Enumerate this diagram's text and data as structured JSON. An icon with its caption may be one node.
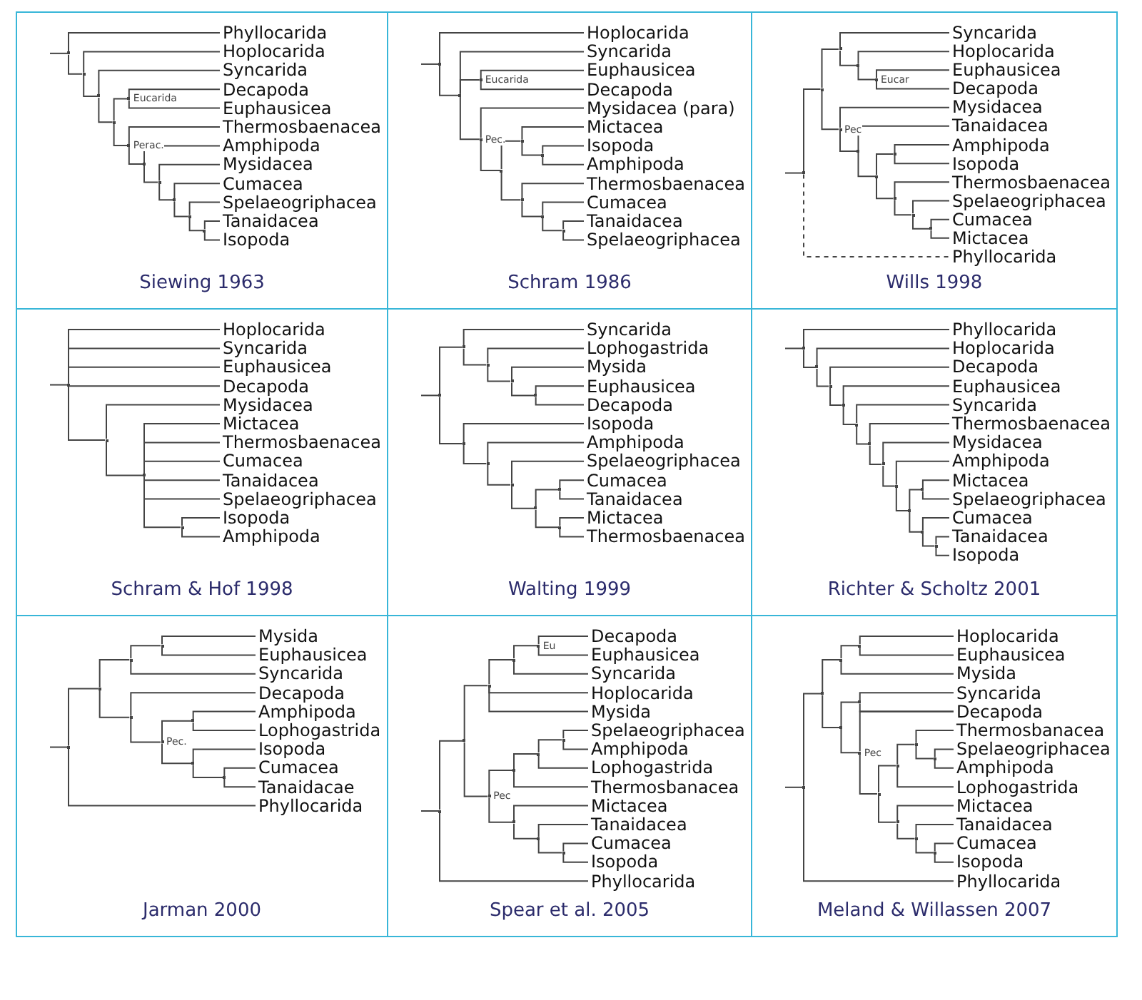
{
  "diagram": {
    "nodes": [
      {
        "text": [
          "Siewing 1963"
        ]
      },
      {
        "text": [],
        "shape": "point",
        "in": 0
      },
      {
        "text": [
          "Phyllocarida"
        ],
        "in": 0
      },
      {
        "text": [],
        "shape": "point",
        "in": 0
      },
      {
        "text": [
          "Hoplocarida"
        ],
        "in": 0
      },
      {
        "text": [],
        "shape": "point",
        "in": 0
      },
      {
        "text": [
          "Syncarida"
        ],
        "in": 0
      },
      {
        "text": [],
        "shape": "point",
        "in": 0
      },
      {
        "text": [],
        "shape": "point",
        "in": 0,
        "beside": [
          "Eucarida"
        ]
      },
      {
        "text": [
          "Decapoda"
        ],
        "in": 0
      },
      {
        "text": [
          "Euphausicea"
        ],
        "in": 0
      },
      {
        "text": [],
        "shape": "point",
        "in": 0,
        "beside": [
          "Perac."
        ]
      },
      {
        "text": [
          "Thermosbaenacea"
        ],
        "in": 0
      },
      {
        "text": [],
        "shape": "point",
        "in": 0
      },
      {
        "text": [
          "Amphipoda"
        ],
        "in": 0
      },
      {
        "text": [],
        "shape": "point",
        "in": 0
      },
      {
        "text": [
          "Mysidacea"
        ],
        "in": 0
      },
      {
        "text": [],
        "shape": "point",
        "in": 0
      },
      {
        "text": [
          "Cumacea"
        ],
        "in": 0
      },
      {
        "text": [],
        "shape": "point",
        "in": 0
      },
      {
        "text": [
          "Spelaeogriphacea"
        ],
        "in": 0
      },
      {
        "text": [],
        "shape": "point",
        "in": 0
      },
      {
        "text": [
          "Tanaidacea"
        ],
        "in": 0
      },
      {
        "text": [
          "Isopoda"
        ],
        "in": 0
      },
      {
        "text": [
          "Schram 1986"
        ]
      },
      {
        "text": [],
        "shape": "point",
        "in": 24
      },
      {
        "text": [
          "Hoplocarida"
        ],
        "in": 24
      },
      {
        "text": [],
        "shape": "point",
        "in": 24
      },
      {
        "text": [
          "Syncarida"
        ],
        "in": 24
      },
      {
        "text": [],
        "shape": "point",
        "in": 24,
        "beside": [
          "Eucarida"
        ]
      },
      {
        "text": [
          "Euphausicea"
        ],
        "in": 24
      },
      {
        "text": [
          "Decapoda"
        ],
        "in": 24
      },
      {
        "text": [],
        "shape": "point",
        "in": 24,
        "beside": [
          "Pec."
        ]
      },
      {
        "text": [
          "Mysidacea (para)"
        ],
        "in": 24
      },
      {
        "text": [],
        "shape": "point",
        "in": 24
      },
      {
        "text": [],
        "shape": "point",
        "in": 24
      },
      {
        "text": [
          "Mictacea"
        ],
        "in": 24
      },
      {
        "text": [],
        "shape": "point",
        "in": 24
      },
      {
        "text": [
          "Isopoda"
        ],
        "in": 24
      },
      {
        "text": [
          "Amphipoda"
        ],
        "in": 24
      },
      {
        "text": [],
        "shape": "point",
        "in": 24
      },
      {
        "text": [
          "Thermosbaenacea"
        ],
        "in": 24
      },
      {
        "text": [],
        "shape": "point",
        "in": 24
      },
      {
        "text": [
          "Cumacea"
        ],
        "in": 24
      },
      {
        "text": [],
        "shape": "point",
        "in": 24
      },
      {
        "text": [
          "Tanaidacea"
        ],
        "in": 24
      },
      {
        "text": [
          "Spelaeogriphacea"
        ],
        "in": 24
      },
      {
        "text": [
          "Wills 1998"
        ]
      },
      {
        "text": [],
        "shape": "point",
        "in": 47
      },
      {
        "text": [],
        "shape": "point",
        "in": 47
      },
      {
        "text": [],
        "shape": "point",
        "in": 47
      },
      {
        "text": [
          "Syncarida"
        ],
        "in": 47
      },
      {
        "text": [],
        "shape": "point",
        "in": 47
      },
      {
        "text": [
          "Hoplocarida"
        ],
        "in": 47
      },
      {
        "text": [],
        "shape": "point",
        "in": 47,
        "beside": [
          "Eucar"
        ]
      },
      {
        "text": [
          "Euphausicea"
        ],
        "in": 47
      },
      {
        "text": [
          "Decapoda"
        ],
        "in": 47
      },
      {
        "text": [],
        "shape": "point",
        "in": 47,
        "beside": [
          "Pec"
        ]
      },
      {
        "text": [
          "Mysidacea"
        ],
        "in": 47
      },
      {
        "text": [],
        "shape": "point",
        "in": 47
      },
      {
        "text": [
          "Tanaidacea"
        ],
        "in": 47
      },
      {
        "text": [],
        "shape": "point",
        "in": 47
      },
      {
        "text": [],
        "shape": "point",
        "in": 47
      },
      {
        "text": [
          "Amphipoda"
        ],
        "in": 47
      },
      {
        "text": [
          "Isopoda"
        ],
        "in": 47
      },
      {
        "text": [],
        "shape": "point",
        "in": 47
      },
      {
        "text": [
          "Thermosbaenacea"
        ],
        "in": 47
      },
      {
        "text": [],
        "shape": "point",
        "in": 47
      },
      {
        "text": [
          "Spelaeogriphacea"
        ],
        "in": 47
      },
      {
        "text": [],
        "shape": "point",
        "in": 47
      },
      {
        "text": [
          "Cumacea"
        ],
        "in": 47
      },
      {
        "text": [
          "Mictacea"
        ],
        "in": 47
      },
      {
        "text": [
          "Phyllocarida"
        ],
        "in": 47
      },
      {
        "text": [
          "Schram & Hof 1998"
        ]
      },
      {
        "text": [],
        "shape": "point",
        "in": 73
      },
      {
        "text": [
          "Hoplocarida"
        ],
        "in": 73
      },
      {
        "text": [
          "Syncarida"
        ],
        "in": 73
      },
      {
        "text": [
          "Euphausicea"
        ],
        "in": 73
      },
      {
        "text": [
          "Decapoda"
        ],
        "in": 73
      },
      {
        "text": [],
        "shape": "point",
        "in": 73
      },
      {
        "text": [
          "Mysidacea"
        ],
        "in": 73
      },
      {
        "text": [],
        "shape": "point",
        "in": 73
      },
      {
        "text": [
          "Mictacea"
        ],
        "in": 73
      },
      {
        "text": [
          "Thermosbaenacea"
        ],
        "in": 73
      },
      {
        "text": [
          "Cumacea"
        ],
        "in": 73
      },
      {
        "text": [
          "Tanaidacea"
        ],
        "in": 73
      },
      {
        "text": [
          "Spelaeogriphacea"
        ],
        "in": 73
      },
      {
        "text": [],
        "shape": "point",
        "in": 73
      },
      {
        "text": [
          "Isopoda"
        ],
        "in": 73
      },
      {
        "text": [
          "Amphipoda"
        ],
        "in": 73
      },
      {
        "text": [
          "Walting 1999"
        ]
      },
      {
        "text": [],
        "shape": "point",
        "in": 90
      },
      {
        "text": [],
        "shape": "point",
        "in": 90
      },
      {
        "text": [
          "Syncarida"
        ],
        "in": 90
      },
      {
        "text": [],
        "shape": "point",
        "in": 90
      },
      {
        "text": [
          "Lophogastrida"
        ],
        "in": 90
      },
      {
        "text": [],
        "shape": "point",
        "in": 90
      },
      {
        "text": [
          "Mysida"
        ],
        "in": 90
      },
      {
        "text": [],
        "shape": "point",
        "in": 90
      },
      {
        "text": [
          "Euphausicea"
        ],
        "in": 90
      },
      {
        "text": [
          "Decapoda"
        ],
        "in": 90
      },
      {
        "text": [],
        "shape": "point",
        "in": 90
      },
      {
        "text": [
          "Isopoda"
        ],
        "in": 90
      },
      {
        "text": [],
        "shape": "point",
        "in": 90
      },
      {
        "text": [
          "Amphipoda"
        ],
        "in": 90
      },
      {
        "text": [],
        "shape": "point",
        "in": 90
      },
      {
        "text": [
          "Spelaeogriphacea"
        ],
        "in": 90
      },
      {
        "text": [],
        "shape": "point",
        "in": 90
      },
      {
        "text": [],
        "shape": "point",
        "in": 90
      },
      {
        "text": [
          "Cumacea"
        ],
        "in": 90
      },
      {
        "text": [
          "Tanaidacea"
        ],
        "in": 90
      },
      {
        "text": [],
        "shape": "point",
        "in": 90
      },
      {
        "text": [
          "Mictacea"
        ],
        "in": 90
      },
      {
        "text": [
          "Thermosbaenacea"
        ],
        "in": 90
      },
      {
        "text": [
          "Richter & Scholtz 2001"
        ]
      },
      {
        "text": [],
        "shape": "point",
        "in": 114
      },
      {
        "text": [
          "Phyllocarida"
        ],
        "in": 114
      },
      {
        "text": [],
        "shape": "point",
        "in": 114
      },
      {
        "text": [
          "Hoplocarida"
        ],
        "in": 114
      },
      {
        "text": [],
        "shape": "point",
        "in": 114
      },
      {
        "text": [
          "Decapoda"
        ],
        "in": 114
      },
      {
        "text": [],
        "shape": "point",
        "in": 114
      },
      {
        "text": [
          "Euphausicea"
        ],
        "in": 114
      },
      {
        "text": [],
        "shape": "point",
        "in": 114
      },
      {
        "text": [
          "Syncarida"
        ],
        "in": 114
      },
      {
        "text": [],
        "shape": "point",
        "in": 114
      },
      {
        "text": [
          "Thermosbaenacea"
        ],
        "in": 114
      },
      {
        "text": [],
        "shape": "point",
        "in": 114
      },
      {
        "text": [
          "Mysidacea"
        ],
        "in": 114
      },
      {
        "text": [],
        "shape": "point",
        "in": 114
      },
      {
        "text": [
          "Amphipoda"
        ],
        "in": 114
      },
      {
        "text": [],
        "shape": "point",
        "in": 114
      },
      {
        "text": [],
        "shape": "point",
        "in": 114
      },
      {
        "text": [
          "Mictacea"
        ],
        "in": 114
      },
      {
        "text": [
          "Spelaeogriphacea"
        ],
        "in": 114
      },
      {
        "text": [],
        "shape": "point",
        "in": 114
      },
      {
        "text": [
          "Cumacea"
        ],
        "in": 114
      },
      {
        "text": [],
        "shape": "point",
        "in": 114
      },
      {
        "text": [
          "Tanaidacea"
        ],
        "in": 114
      },
      {
        "text": [
          "Isopoda"
        ],
        "in": 114
      },
      {
        "text": [
          "Jarman 2000"
        ]
      },
      {
        "text": [],
        "shape": "point",
        "in": 140
      },
      {
        "text": [],
        "shape": "point",
        "in": 140
      },
      {
        "text": [],
        "shape": "point",
        "in": 140
      },
      {
        "text": [],
        "shape": "point",
        "in": 140
      },
      {
        "text": [
          "Mysida"
        ],
        "in": 140
      },
      {
        "text": [
          "Euphausicea"
        ],
        "in": 140
      },
      {
        "text": [
          "Syncarida"
        ],
        "in": 140
      },
      {
        "text": [],
        "shape": "point",
        "in": 140
      },
      {
        "text": [
          "Decapoda"
        ],
        "in": 140
      },
      {
        "text": [],
        "shape": "point",
        "in": 140,
        "beside": [
          "Pec."
        ]
      },
      {
        "text": [],
        "shape": "point",
        "in": 140
      },
      {
        "text": [
          "Amphipoda"
        ],
        "in": 140
      },
      {
        "text": [
          "Lophogastrida"
        ],
        "in": 140
      },
      {
        "text": [],
        "shape": "point",
        "in": 140
      },
      {
        "text": [
          "Isopoda"
        ],
        "in": 140
      },
      {
        "text": [],
        "shape": "point",
        "in": 140
      },
      {
        "text": [
          "Cumacea"
        ],
        "in": 140
      },
      {
        "text": [
          "Tanaidacae"
        ],
        "in": 140
      },
      {
        "text": [
          "Phyllocarida"
        ],
        "in": 140
      },
      {
        "text": [
          "Spear et al. 2005"
        ]
      },
      {
        "text": [],
        "shape": "point",
        "in": 160
      },
      {
        "text": [],
        "shape": "point",
        "in": 160
      },
      {
        "text": [],
        "shape": "point",
        "in": 160
      },
      {
        "text": [],
        "shape": "point",
        "in": 160
      },
      {
        "text": [],
        "shape": "point",
        "in": 160,
        "beside": [
          "Eu"
        ]
      },
      {
        "text": [
          "Decapoda"
        ],
        "in": 160
      },
      {
        "text": [
          "Euphausicea"
        ],
        "in": 160
      },
      {
        "text": [
          "Syncarida"
        ],
        "in": 160
      },
      {
        "text": [
          "Hoplocarida"
        ],
        "in": 160
      },
      {
        "text": [
          "Mysida"
        ],
        "in": 160
      },
      {
        "text": [],
        "shape": "point",
        "in": 160,
        "beside": [
          "Pec"
        ]
      },
      {
        "text": [],
        "shape": "point",
        "in": 160
      },
      {
        "text": [],
        "shape": "point",
        "in": 160
      },
      {
        "text": [],
        "shape": "point",
        "in": 160
      },
      {
        "text": [
          "Spelaeogriphacea"
        ],
        "in": 160
      },
      {
        "text": [
          "Amphipoda"
        ],
        "in": 160
      },
      {
        "text": [
          "Lophogastrida"
        ],
        "in": 160
      },
      {
        "text": [
          "Thermosbanacea"
        ],
        "in": 160
      },
      {
        "text": [],
        "shape": "point",
        "in": 160
      },
      {
        "text": [
          "Mictacea"
        ],
        "in": 160
      },
      {
        "text": [],
        "shape": "point",
        "in": 160
      },
      {
        "text": [
          "Tanaidacea"
        ],
        "in": 160
      },
      {
        "text": [],
        "shape": "point",
        "in": 160
      },
      {
        "text": [
          "Cumacea"
        ],
        "in": 160
      },
      {
        "text": [
          "Isopoda"
        ],
        "in": 160
      },
      {
        "text": [
          "Phyllocarida"
        ],
        "in": 160
      },
      {
        "text": [
          "Meland & Willassen 2007"
        ]
      },
      {
        "text": [],
        "shape": "point",
        "in": 187
      },
      {
        "text": [],
        "shape": "point",
        "in": 187
      },
      {
        "text": [],
        "shape": "point",
        "in": 187
      },
      {
        "text": [],
        "shape": "point",
        "in": 187
      },
      {
        "text": [
          "Hoplocarida"
        ],
        "in": 187
      },
      {
        "text": [
          "Euphausicea"
        ],
        "in": 187
      },
      {
        "text": [
          "Mysida"
        ],
        "in": 187
      },
      {
        "text": [],
        "shape": "point",
        "in": 187
      },
      {
        "text": [],
        "shape": "point",
        "in": 187
      },
      {
        "text": [
          "Syncarida"
        ],
        "in": 187
      },
      {
        "text": [
          "Decapoda"
        ],
        "in": 187
      },
      {
        "text": [],
        "shape": "point",
        "in": 187,
        "beside": [
          "Pec"
        ]
      },
      {
        "text": [],
        "shape": "point",
        "in": 187
      },
      {
        "text": [],
        "shape": "point",
        "in": 187
      },
      {
        "text": [],
        "shape": "point",
        "in": 187
      },
      {
        "text": [
          "Thermosbanacea"
        ],
        "in": 187
      },
      {
        "text": [],
        "shape": "point",
        "in": 187
      },
      {
        "text": [
          "Spelaeogriphacea"
        ],
        "in": 187
      },
      {
        "text": [
          "Amphipoda"
        ],
        "in": 187
      },
      {
        "text": [
          "Lophogastrida"
        ],
        "in": 187
      },
      {
        "text": [],
        "shape": "point",
        "in": 187
      },
      {
        "text": [
          "Mictacea"
        ],
        "in": 187
      },
      {
        "text": [],
        "shape": "point",
        "in": 187
      },
      {
        "text": [
          "Tanaidacea"
        ],
        "in": 187
      },
      {
        "text": [],
        "shape": "point",
        "in": 187
      },
      {
        "text": [
          "Cumacea"
        ],
        "in": 187
      },
      {
        "text": [
          "Isopoda"
        ],
        "in": 187
      },
      {
        "text": [
          "Phyllocarida"
        ],
        "in": 187
      }
    ],
    "edges": [
      {
        "from": null,
        "to": 1,
        "arrow": "none"
      },
      {
        "from": 1,
        "to": 2,
        "arrow": "none"
      },
      {
        "from": 1,
        "to": 3,
        "arrow": "none"
      },
      {
        "from": 3,
        "to": 4,
        "arrow": "none"
      },
      {
        "from": 3,
        "to": 5,
        "arrow": "none"
      },
      {
        "from": 5,
        "to": 6,
        "arrow": "none"
      },
      {
        "from": 5,
        "to": 7,
        "arrow": "none"
      },
      {
        "from": 7,
        "to": 8,
        "arrow": "none"
      },
      {
        "from": 7,
        "to": 11,
        "arrow": "none"
      },
      {
        "from": 8,
        "to": 9,
        "arrow": "none"
      },
      {
        "from": 8,
        "to": 10,
        "arrow": "none"
      },
      {
        "from": 11,
        "to": 12,
        "arrow": "none"
      },
      {
        "from": 11,
        "to": 13,
        "arrow": "none"
      },
      {
        "from": 13,
        "to": 14,
        "arrow": "none"
      },
      {
        "from": 13,
        "to": 15,
        "arrow": "none"
      },
      {
        "from": 15,
        "to": 16,
        "arrow": "none"
      },
      {
        "from": 15,
        "to": 17,
        "arrow": "none"
      },
      {
        "from": 17,
        "to": 18,
        "arrow": "none"
      },
      {
        "from": 17,
        "to": 19,
        "arrow": "none"
      },
      {
        "from": 19,
        "to": 20,
        "arrow": "none"
      },
      {
        "from": 19,
        "to": 21,
        "arrow": "none"
      },
      {
        "from": 21,
        "to": 22,
        "arrow": "none"
      },
      {
        "from": 21,
        "to": 23,
        "arrow": "none"
      },
      {
        "from": null,
        "to": 25,
        "arrow": "none"
      },
      {
        "from": 25,
        "to": 26,
        "arrow": "none"
      },
      {
        "from": 25,
        "to": 27,
        "arrow": "none"
      },
      {
        "from": 27,
        "to": 28,
        "arrow": "none"
      },
      {
        "from": 27,
        "to": 29,
        "arrow": "none"
      },
      {
        "from": 27,
        "to": 32,
        "arrow": "none"
      },
      {
        "from": 29,
        "to": 30,
        "arrow": "none"
      },
      {
        "from": 29,
        "to": 31,
        "arrow": "none"
      },
      {
        "from": 32,
        "to": 33,
        "arrow": "none"
      },
      {
        "from": 32,
        "to": 34,
        "arrow": "none"
      },
      {
        "from": 34,
        "to": 35,
        "arrow": "none"
      },
      {
        "from": 34,
        "to": 40,
        "arrow": "none"
      },
      {
        "from": 35,
        "to": 36,
        "arrow": "none"
      },
      {
        "from": 35,
        "to": 37,
        "arrow": "none"
      },
      {
        "from": 37,
        "to": 38,
        "arrow": "none"
      },
      {
        "from": 37,
        "to": 39,
        "arrow": "none"
      },
      {
        "from": 40,
        "to": 41,
        "arrow": "none"
      },
      {
        "from": 40,
        "to": 42,
        "arrow": "none"
      },
      {
        "from": 42,
        "to": 43,
        "arrow": "none"
      },
      {
        "from": 42,
        "to": 44,
        "arrow": "none"
      },
      {
        "from": 44,
        "to": 45,
        "arrow": "none"
      },
      {
        "from": 44,
        "to": 46,
        "arrow": "none"
      },
      {
        "from": null,
        "to": 48,
        "arrow": "none"
      },
      {
        "from": 48,
        "to": 49,
        "arrow": "none"
      },
      {
        "from": 48,
        "to": 72,
        "arrow": "none",
        "style": "dashed"
      },
      {
        "from": 49,
        "to": 50,
        "arrow": "none"
      },
      {
        "from": 49,
        "to": 57,
        "arrow": "none"
      },
      {
        "from": 50,
        "to": 51,
        "arrow": "none"
      },
      {
        "from": 50,
        "to": 52,
        "arrow": "none"
      },
      {
        "from": 52,
        "to": 53,
        "arrow": "none"
      },
      {
        "from": 52,
        "to": 54,
        "arrow": "none"
      },
      {
        "from": 54,
        "to": 55,
        "arrow": "none"
      },
      {
        "from": 54,
        "to": 56,
        "arrow": "none"
      },
      {
        "from": 57,
        "to": 58,
        "arrow": "none"
      },
      {
        "from": 57,
        "to": 59,
        "arrow": "none"
      },
      {
        "from": 59,
        "to": 60,
        "arrow": "none"
      },
      {
        "from": 59,
        "to": 61,
        "arrow": "none"
      },
      {
        "from": 61,
        "to": 62,
        "arrow": "none"
      },
      {
        "from": 61,
        "to": 65,
        "arrow": "none"
      },
      {
        "from": 62,
        "to": 63,
        "arrow": "none"
      },
      {
        "from": 62,
        "to": 64,
        "arrow": "none"
      },
      {
        "from": 65,
        "to": 66,
        "arrow": "none"
      },
      {
        "from": 65,
        "to": 67,
        "arrow": "none"
      },
      {
        "from": 67,
        "to": 68,
        "arrow": "none"
      },
      {
        "from": 67,
        "to": 69,
        "arrow": "none"
      },
      {
        "from": 69,
        "to": 70,
        "arrow": "none"
      },
      {
        "from": 69,
        "to": 71,
        "arrow": "none"
      },
      {
        "from": null,
        "to": 74,
        "arrow": "none"
      },
      {
        "from": 74,
        "to": 75,
        "arrow": "none"
      },
      {
        "from": 74,
        "to": 76,
        "arrow": "none"
      },
      {
        "from": 74,
        "to": 77,
        "arrow": "none"
      },
      {
        "from": 74,
        "to": 78,
        "arrow": "none"
      },
      {
        "from": 74,
        "to": 79,
        "arrow": "none"
      },
      {
        "from": 79,
        "to": 80,
        "arrow": "none"
      },
      {
        "from": 79,
        "to": 81,
        "arrow": "none"
      },
      {
        "from": 81,
        "to": 82,
        "arrow": "none"
      },
      {
        "from": 81,
        "to": 83,
        "arrow": "none"
      },
      {
        "from": 81,
        "to": 84,
        "arrow": "none"
      },
      {
        "from": 81,
        "to": 85,
        "arrow": "none"
      },
      {
        "from": 81,
        "to": 86,
        "arrow": "none"
      },
      {
        "from": 81,
        "to": 87,
        "arrow": "none"
      },
      {
        "from": 87,
        "to": 88,
        "arrow": "none"
      },
      {
        "from": 87,
        "to": 89,
        "arrow": "none"
      },
      {
        "from": null,
        "to": 91,
        "arrow": "none"
      },
      {
        "from": 91,
        "to": 92,
        "arrow": "none"
      },
      {
        "from": 91,
        "to": 101,
        "arrow": "none"
      },
      {
        "from": 92,
        "to": 93,
        "arrow": "none"
      },
      {
        "from": 92,
        "to": 94,
        "arrow": "none"
      },
      {
        "from": 94,
        "to": 95,
        "arrow": "none"
      },
      {
        "from": 94,
        "to": 96,
        "arrow": "none"
      },
      {
        "from": 96,
        "to": 97,
        "arrow": "none"
      },
      {
        "from": 96,
        "to": 98,
        "arrow": "none"
      },
      {
        "from": 98,
        "to": 99,
        "arrow": "none"
      },
      {
        "from": 98,
        "to": 100,
        "arrow": "none"
      },
      {
        "from": 101,
        "to": 102,
        "arrow": "none"
      },
      {
        "from": 101,
        "to": 103,
        "arrow": "none"
      },
      {
        "from": 103,
        "to": 104,
        "arrow": "none"
      },
      {
        "from": 103,
        "to": 105,
        "arrow": "none"
      },
      {
        "from": 105,
        "to": 106,
        "arrow": "none"
      },
      {
        "from": 105,
        "to": 107,
        "arrow": "none"
      },
      {
        "from": 107,
        "to": 108,
        "arrow": "none"
      },
      {
        "from": 107,
        "to": 111,
        "arrow": "none"
      },
      {
        "from": 108,
        "to": 109,
        "arrow": "none"
      },
      {
        "from": 108,
        "to": 110,
        "arrow": "none"
      },
      {
        "from": 111,
        "to": 112,
        "arrow": "none"
      },
      {
        "from": 111,
        "to": 113,
        "arrow": "none"
      },
      {
        "from": null,
        "to": 115,
        "arrow": "none"
      },
      {
        "from": 115,
        "to": 116,
        "arrow": "none"
      },
      {
        "from": 115,
        "to": 117,
        "arrow": "none"
      },
      {
        "from": 117,
        "to": 118,
        "arrow": "none"
      },
      {
        "from": 117,
        "to": 119,
        "arrow": "none"
      },
      {
        "from": 119,
        "to": 120,
        "arrow": "none"
      },
      {
        "from": 119,
        "to": 121,
        "arrow": "none"
      },
      {
        "from": 121,
        "to": 122,
        "arrow": "none"
      },
      {
        "from": 121,
        "to": 123,
        "arrow": "none"
      },
      {
        "from": 123,
        "to": 124,
        "arrow": "none"
      },
      {
        "from": 123,
        "to": 125,
        "arrow": "none"
      },
      {
        "from": 125,
        "to": 126,
        "arrow": "none"
      },
      {
        "from": 125,
        "to": 127,
        "arrow": "none"
      },
      {
        "from": 127,
        "to": 128,
        "arrow": "none"
      },
      {
        "from": 127,
        "to": 129,
        "arrow": "none"
      },
      {
        "from": 129,
        "to": 130,
        "arrow": "none"
      },
      {
        "from": 129,
        "to": 131,
        "arrow": "none"
      },
      {
        "from": 131,
        "to": 132,
        "arrow": "none"
      },
      {
        "from": 131,
        "to": 135,
        "arrow": "none"
      },
      {
        "from": 132,
        "to": 133,
        "arrow": "none"
      },
      {
        "from": 132,
        "to": 134,
        "arrow": "none"
      },
      {
        "from": 135,
        "to": 136,
        "arrow": "none"
      },
      {
        "from": 135,
        "to": 137,
        "arrow": "none"
      },
      {
        "from": 137,
        "to": 138,
        "arrow": "none"
      },
      {
        "from": 137,
        "to": 139,
        "arrow": "none"
      },
      {
        "from": null,
        "to": 141,
        "arrow": "none"
      },
      {
        "from": 141,
        "to": 142,
        "arrow": "none"
      },
      {
        "from": 141,
        "to": 159,
        "arrow": "none"
      },
      {
        "from": 142,
        "to": 143,
        "arrow": "none"
      },
      {
        "from": 142,
        "to": 148,
        "arrow": "none"
      },
      {
        "from": 143,
        "to": 144,
        "arrow": "none"
      },
      {
        "from": 143,
        "to": 147,
        "arrow": "none"
      },
      {
        "from": 144,
        "to": 145,
        "arrow": "none"
      },
      {
        "from": 144,
        "to": 146,
        "arrow": "none"
      },
      {
        "from": 148,
        "to": 149,
        "arrow": "none"
      },
      {
        "from": 148,
        "to": 150,
        "arrow": "none"
      },
      {
        "from": 150,
        "to": 151,
        "arrow": "none"
      },
      {
        "from": 150,
        "to": 154,
        "arrow": "none"
      },
      {
        "from": 151,
        "to": 152,
        "arrow": "none"
      },
      {
        "from": 151,
        "to": 153,
        "arrow": "none"
      },
      {
        "from": 154,
        "to": 155,
        "arrow": "none"
      },
      {
        "from": 154,
        "to": 156,
        "arrow": "none"
      },
      {
        "from": 156,
        "to": 157,
        "arrow": "none"
      },
      {
        "from": 156,
        "to": 158,
        "arrow": "none"
      },
      {
        "from": null,
        "to": 161,
        "arrow": "none"
      },
      {
        "from": 161,
        "to": 162,
        "arrow": "none"
      },
      {
        "from": 161,
        "to": 186,
        "arrow": "none"
      },
      {
        "from": 162,
        "to": 163,
        "arrow": "none"
      },
      {
        "from": 162,
        "to": 171,
        "arrow": "none"
      },
      {
        "from": 163,
        "to": 164,
        "arrow": "none"
      },
      {
        "from": 163,
        "to": 169,
        "arrow": "none"
      },
      {
        "from": 163,
        "to": 170,
        "arrow": "none"
      },
      {
        "from": 164,
        "to": 165,
        "arrow": "none"
      },
      {
        "from": 164,
        "to": 168,
        "arrow": "none"
      },
      {
        "from": 165,
        "to": 166,
        "arrow": "none"
      },
      {
        "from": 165,
        "to": 167,
        "arrow": "none"
      },
      {
        "from": 171,
        "to": 172,
        "arrow": "none"
      },
      {
        "from": 171,
        "to": 179,
        "arrow": "none"
      },
      {
        "from": 172,
        "to": 173,
        "arrow": "none"
      },
      {
        "from": 172,
        "to": 178,
        "arrow": "none"
      },
      {
        "from": 173,
        "to": 174,
        "arrow": "none"
      },
      {
        "from": 173,
        "to": 177,
        "arrow": "none"
      },
      {
        "from": 174,
        "to": 175,
        "arrow": "none"
      },
      {
        "from": 174,
        "to": 176,
        "arrow": "none"
      },
      {
        "from": 179,
        "to": 180,
        "arrow": "none"
      },
      {
        "from": 179,
        "to": 181,
        "arrow": "none"
      },
      {
        "from": 181,
        "to": 182,
        "arrow": "none"
      },
      {
        "from": 181,
        "to": 183,
        "arrow": "none"
      },
      {
        "from": 183,
        "to": 184,
        "arrow": "none"
      },
      {
        "from": 183,
        "to": 185,
        "arrow": "none"
      },
      {
        "from": null,
        "to": 188,
        "arrow": "none"
      },
      {
        "from": 188,
        "to": 189,
        "arrow": "none"
      },
      {
        "from": 188,
        "to": 215,
        "arrow": "none"
      },
      {
        "from": 189,
        "to": 190,
        "arrow": "none"
      },
      {
        "from": 189,
        "to": 195,
        "arrow": "none"
      },
      {
        "from": 190,
        "to": 191,
        "arrow": "none"
      },
      {
        "from": 190,
        "to": 194,
        "arrow": "none"
      },
      {
        "from": 191,
        "to": 192,
        "arrow": "none"
      },
      {
        "from": 191,
        "to": 193,
        "arrow": "none"
      },
      {
        "from": 195,
        "to": 196,
        "arrow": "none"
      },
      {
        "from": 195,
        "to": 199,
        "arrow": "none"
      },
      {
        "from": 196,
        "to": 197,
        "arrow": "none"
      },
      {
        "from": 196,
        "to": 198,
        "arrow": "none"
      },
      {
        "from": 199,
        "to": 198,
        "arrow": "none"
      },
      {
        "from": 199,
        "to": 200,
        "arrow": "none"
      },
      {
        "from": 200,
        "to": 201,
        "arrow": "none"
      },
      {
        "from": 200,
        "to": 208,
        "arrow": "none"
      },
      {
        "from": 201,
        "to": 202,
        "arrow": "none"
      },
      {
        "from": 201,
        "to": 207,
        "arrow": "none"
      },
      {
        "from": 202,
        "to": 203,
        "arrow": "none"
      },
      {
        "from": 202,
        "to": 204,
        "arrow": "none"
      },
      {
        "from": 204,
        "to": 205,
        "arrow": "none"
      },
      {
        "from": 204,
        "to": 206,
        "arrow": "none"
      },
      {
        "from": 208,
        "to": 209,
        "arrow": "none"
      },
      {
        "from": 208,
        "to": 210,
        "arrow": "none"
      },
      {
        "from": 210,
        "to": 211,
        "arrow": "none"
      },
      {
        "from": 210,
        "to": 212,
        "arrow": "none"
      },
      {
        "from": 212,
        "to": 213,
        "arrow": "none"
      },
      {
        "from": 212,
        "to": 214,
        "arrow": "none"
      }
    ]
  }
}
